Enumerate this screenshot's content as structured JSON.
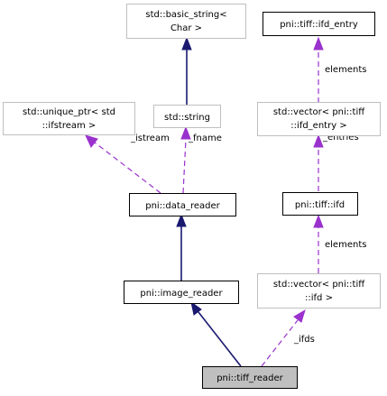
{
  "nodes": {
    "basic_string": {
      "lines": [
        "std::basic_string<",
        "Char >"
      ]
    },
    "ifd_entry": {
      "lines": [
        "pni::tiff::ifd_entry"
      ]
    },
    "unique_ptr": {
      "lines": [
        "std::unique_ptr< std",
        "::ifstream >"
      ]
    },
    "string": {
      "lines": [
        "std::string"
      ]
    },
    "vector_ifd_entry": {
      "lines": [
        "std::vector< pni::tiff",
        "::ifd_entry >"
      ]
    },
    "data_reader": {
      "lines": [
        "pni::data_reader"
      ]
    },
    "ifd": {
      "lines": [
        "pni::tiff::ifd"
      ]
    },
    "image_reader": {
      "lines": [
        "pni::image_reader"
      ]
    },
    "vector_ifd": {
      "lines": [
        "std::vector< pni::tiff",
        "::ifd >"
      ]
    },
    "tiff_reader": {
      "lines": [
        "pni::tiff_reader"
      ]
    }
  },
  "edge_labels": {
    "elements_top": "elements",
    "istream": "_istream",
    "fname": "_fname",
    "entries": "_entries",
    "elements_mid": "elements",
    "ifds": "_ifds"
  }
}
